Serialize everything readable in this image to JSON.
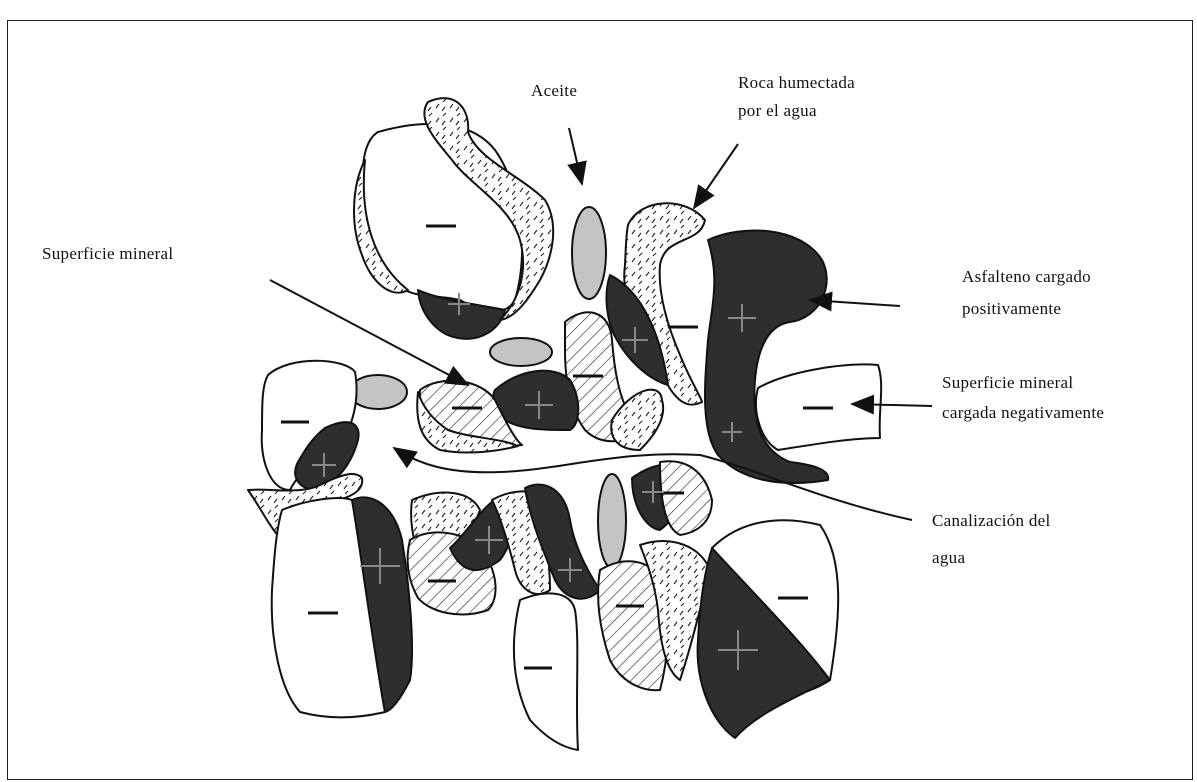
{
  "labels": {
    "aceite": "Aceite",
    "roca_line1": "Roca humectada",
    "roca_line2": "por el agua",
    "superficie_mineral": "Superficie mineral",
    "asfalteno_line1": "Asfalteno cargado",
    "asfalteno_line2": "positivamente",
    "sup_neg_line1": "Superficie mineral",
    "sup_neg_line2": "cargada negativamente",
    "canal_line1": "Canalización del",
    "canal_line2": "agua"
  },
  "colors": {
    "dark_fill": "#2e2e2e",
    "oil_fill": "#c4c4c4",
    "line": "#111111",
    "background": "#ffffff"
  }
}
